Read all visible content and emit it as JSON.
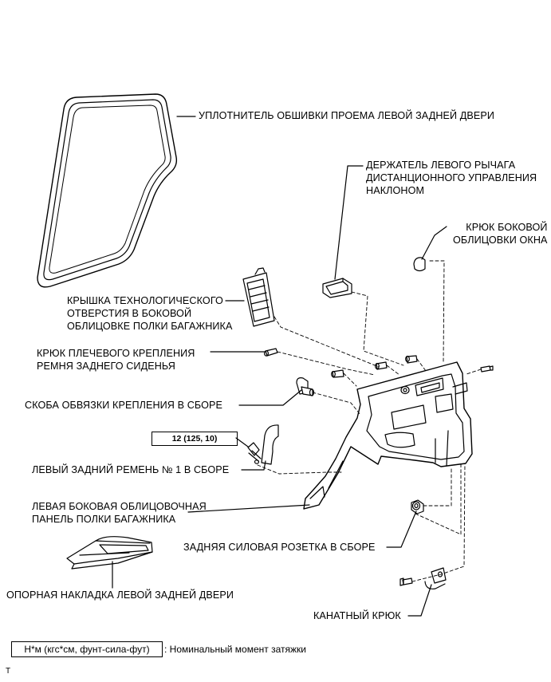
{
  "labels": {
    "weatherstrip": "УПЛОТНИТЕЛЬ ОБШИВКИ ПРОЕМА ЛЕВОЙ ЗАДНЕЙ ДВЕРИ",
    "holder": [
      "ДЕРЖАТЕЛЬ ЛЕВОГО РЫЧАГА",
      "ДИСТАНЦИОННОГО УПРАВЛЕНИЯ",
      "НАКЛОНОМ"
    ],
    "window_hook": [
      "КРЮК БОКОВОЙ",
      "ОБЛИЦОВКИ ОКНА"
    ],
    "service_cover": [
      "КРЫШКА ТЕХНОЛОГИЧЕСКОГО",
      "ОТВЕРСТИЯ В БОКОВОЙ",
      "ОБЛИЦОВКЕ ПОЛКИ БАГАЖНИКА"
    ],
    "belt_hook": [
      "КРЮК ПЛЕЧЕВОГО КРЕПЛЕНИЯ",
      "РЕМНЯ ЗАДНЕГО СИДЕНЬЯ"
    ],
    "tie_bracket": "СКОБА ОБВЯЗКИ КРЕПЛЕНИЯ В СБОРЕ",
    "rear_belt": "ЛЕВЫЙ ЗАДНИЙ РЕМЕНЬ № 1 В СБОРЕ",
    "side_panel": [
      "ЛЕВАЯ БОКОВАЯ ОБЛИЦОВОЧНАЯ",
      "ПАНЕЛЬ ПОЛКИ БАГАЖНИКА"
    ],
    "power_outlet": "ЗАДНЯЯ СИЛОВАЯ РОЗЕТКА В СБОРЕ",
    "scuff_plate": "ОПОРНАЯ НАКЛАДКА ЛЕВОЙ ЗАДНЕЙ ДВЕРИ",
    "rope_hook": "КАНАТНЫЙ КРЮК"
  },
  "torque": "12 (125, 10)",
  "legend": {
    "box": "Н*м (кгс*см, фунт-сила-фут)",
    "text": ": Номинальный момент затяжки"
  },
  "corner_mark": "T"
}
